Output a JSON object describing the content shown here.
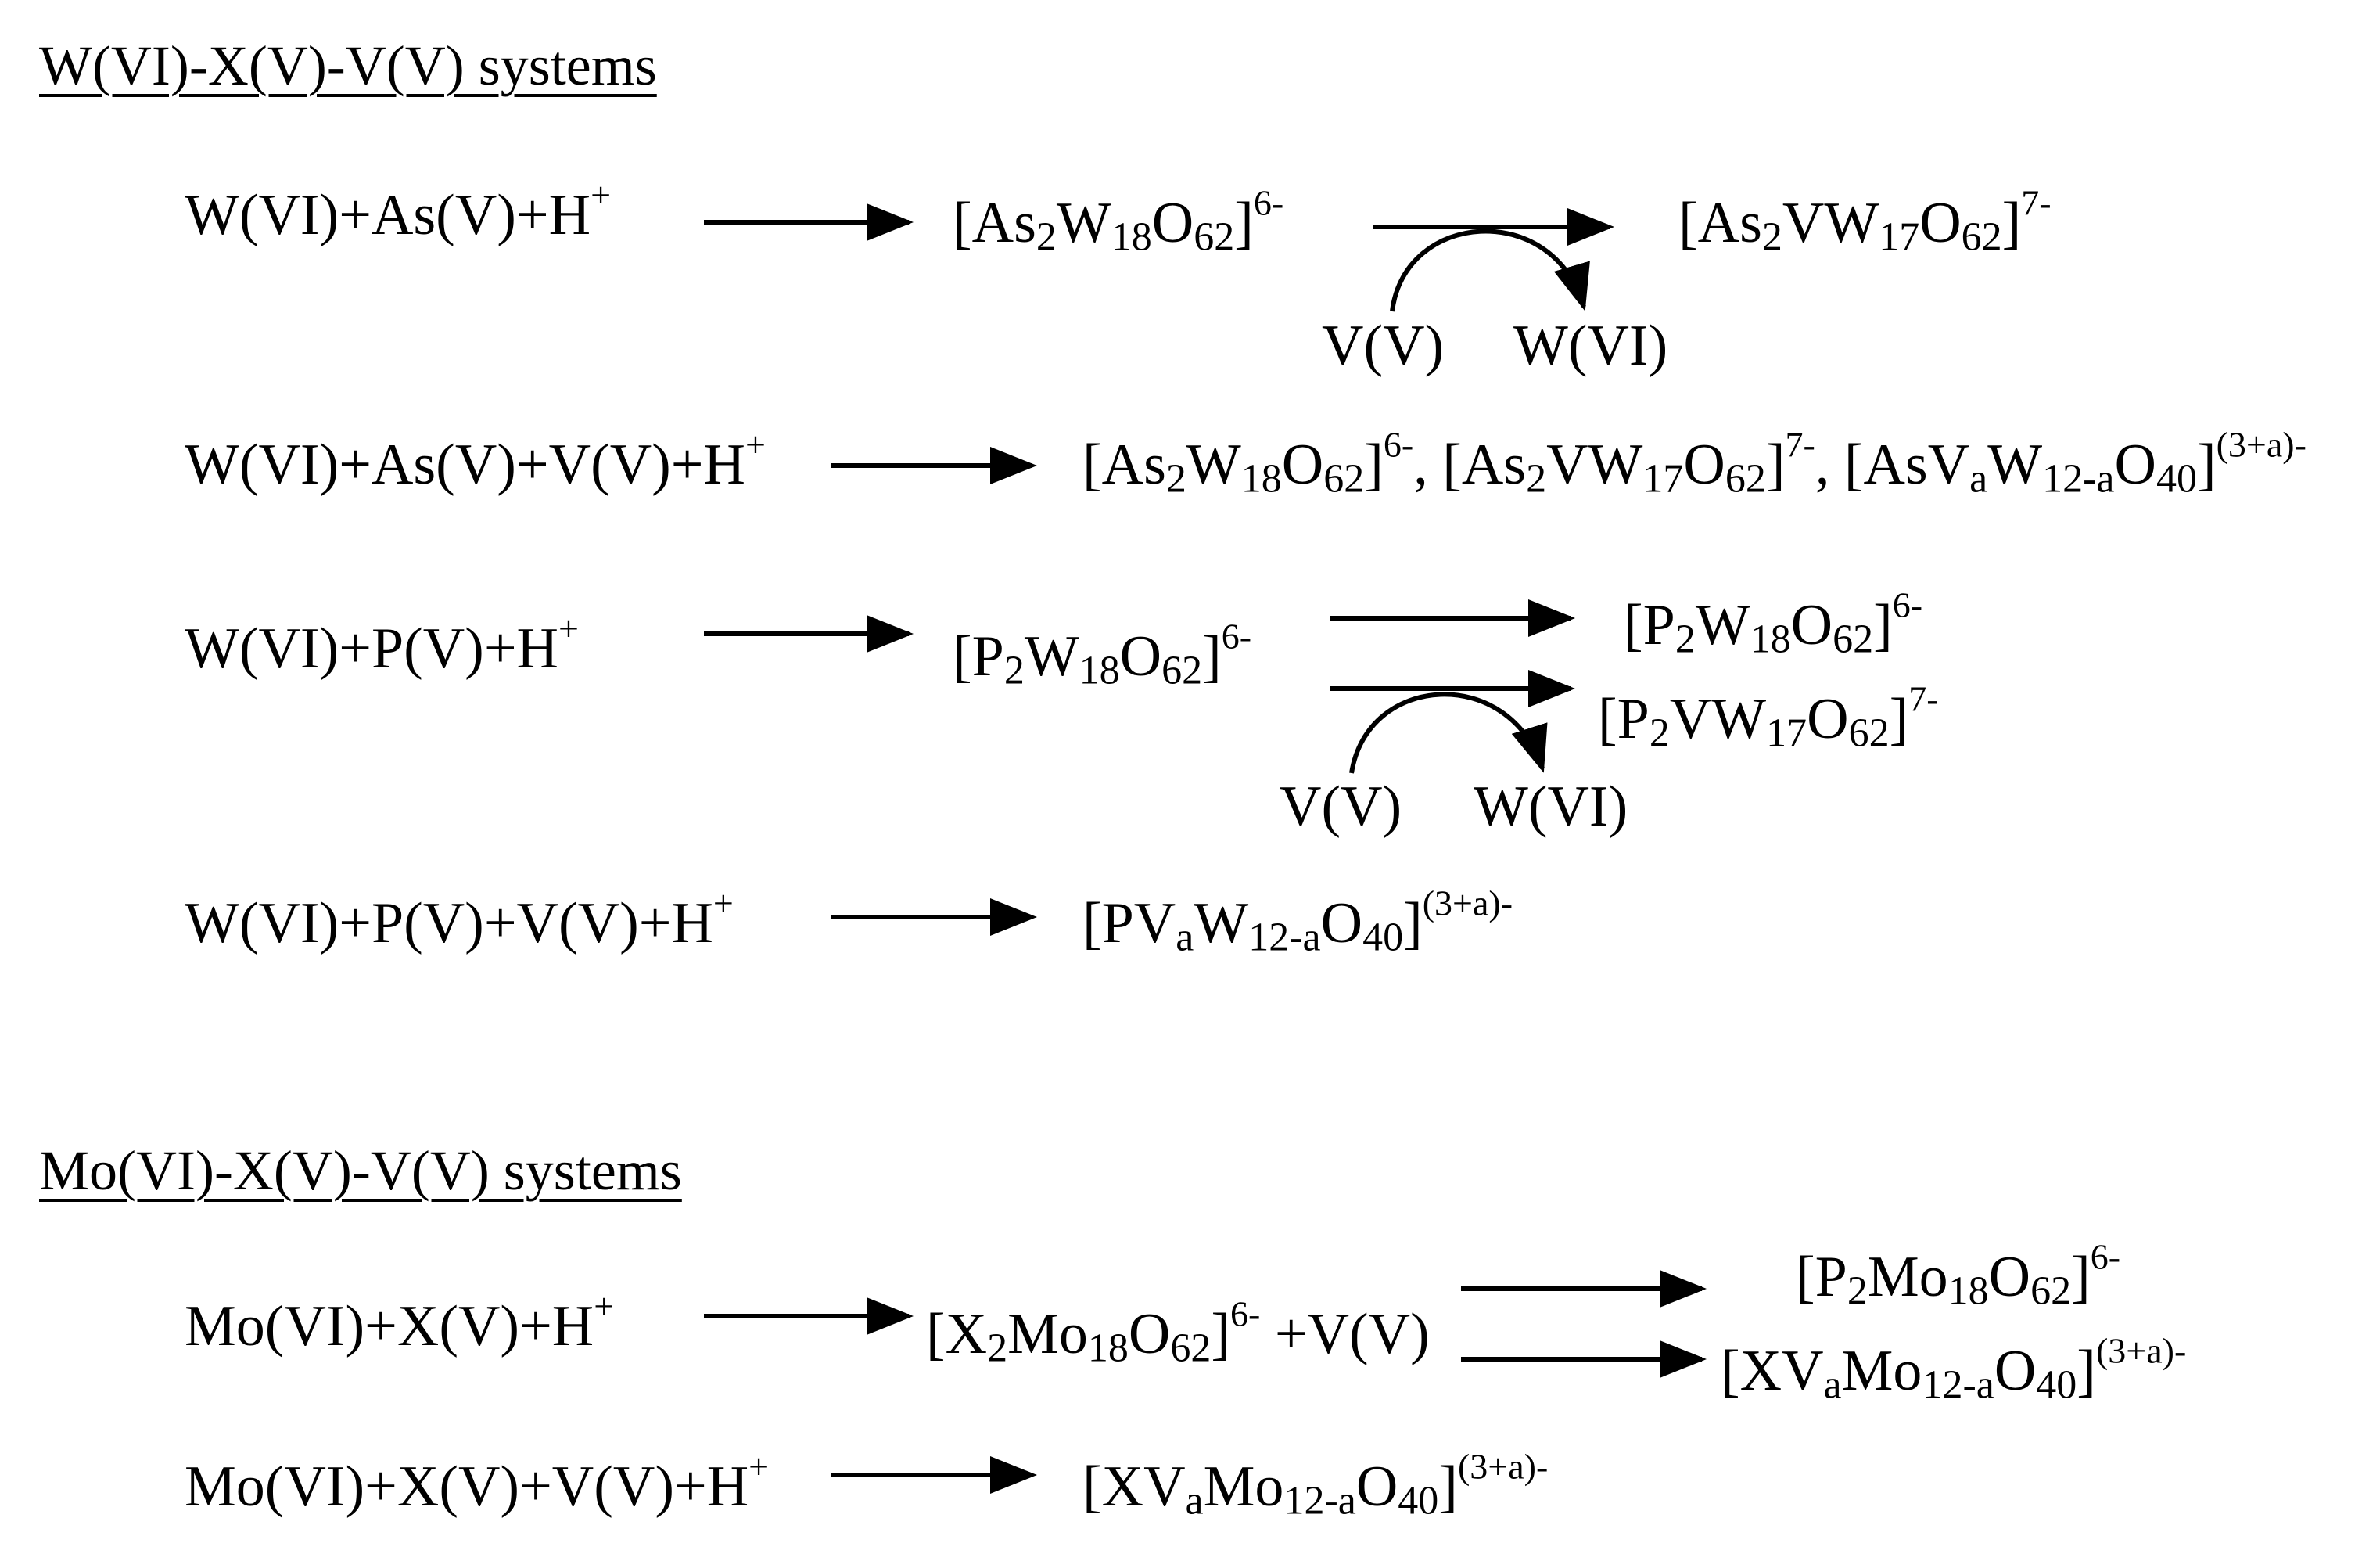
{
  "colors": {
    "ink": "#000000",
    "background": "#ffffff"
  },
  "tungsten": {
    "heading": "W(VI)-X(V)-V(V) systems",
    "r1": {
      "reactant_prefix": "W(VI)+As(V)+H",
      "reactant_sup": "+",
      "product": {
        "open": "[As",
        "s1": "2",
        "m1": "W",
        "s2": "18",
        "m2": "O",
        "s3": "62",
        "close": "]",
        "charge": "6-"
      },
      "final": {
        "open": "[As",
        "s1": "2",
        "m1": "VW",
        "s2": "17",
        "m2": "O",
        "s3": "62",
        "close": "]",
        "charge": "7-"
      },
      "curve_in": "V(V)",
      "curve_out": "W(VI)"
    },
    "r2": {
      "reactant_prefix": "W(VI)+As(V)+V(V)+H",
      "reactant_sup": "+",
      "p1": {
        "open": "[As",
        "s1": "2",
        "m1": "W",
        "s2": "18",
        "m2": "O",
        "s3": "62",
        "close": "]",
        "charge": "6-"
      },
      "sep1": ", ",
      "p2": {
        "open": "[As",
        "s1": "2",
        "m1": "VW",
        "s2": "17",
        "m2": "O",
        "s3": "62",
        "close": "]",
        "charge": "7-"
      },
      "sep2": ", ",
      "p3": {
        "open": "[AsV",
        "s1": "a",
        "m1": "W",
        "s2": "12-a",
        "m2": "O",
        "s3": "40",
        "close": "]",
        "charge": "(3+a)-"
      }
    },
    "r3": {
      "reactant_prefix": "W(VI)+P(V)+H",
      "reactant_sup": "+",
      "product": {
        "open": "[P",
        "s1": "2",
        "m1": "W",
        "s2": "18",
        "m2": "O",
        "s3": "62",
        "close": "]",
        "charge": "6-"
      },
      "out1": {
        "open": "[P",
        "s1": "2",
        "m1": "W",
        "s2": "18",
        "m2": "O",
        "s3": "62",
        "close": "]",
        "charge": "6-"
      },
      "out2": {
        "open": "[P",
        "s1": "2",
        "m1": "VW",
        "s2": "17",
        "m2": "O",
        "s3": "62",
        "close": "]",
        "charge": "7-"
      },
      "curve_in": "V(V)",
      "curve_out": "W(VI)"
    },
    "r4": {
      "reactant_prefix": "W(VI)+P(V)+V(V)+H",
      "reactant_sup": "+",
      "product": {
        "open": "[PV",
        "s1": "a",
        "m1": "W",
        "s2": "12-a",
        "m2": "O",
        "s3": "40",
        "close": "]",
        "charge": "(3+a)-"
      }
    }
  },
  "molybdenum": {
    "heading": "Mo(VI)-X(V)-V(V) systems",
    "r5": {
      "reactant_prefix": "Mo(VI)+X(V)+H",
      "reactant_sup": "+",
      "product": {
        "open": "[X",
        "s1": "2",
        "m1": "Mo",
        "s2": "18",
        "m2": "O",
        "s3": "62",
        "close": "]",
        "charge": "6-"
      },
      "product_suffix": " +V(V)",
      "out1": {
        "open": "[P",
        "s1": "2",
        "m1": "Mo",
        "s2": "18",
        "m2": "O",
        "s3": "62",
        "close": "]",
        "charge": "6-"
      },
      "out2": {
        "open": "[XV",
        "s1": "a",
        "m1": "Mo",
        "s2": "12-a",
        "m2": "O",
        "s3": "40",
        "close": "]",
        "charge": "(3+a)-"
      }
    },
    "r6": {
      "reactant_prefix": "Mo(VI)+X(V)+V(V)+H",
      "reactant_sup": "+",
      "product": {
        "open": "[XV",
        "s1": "a",
        "m1": "Mo",
        "s2": "12-a",
        "m2": "O",
        "s3": "40",
        "close": "]",
        "charge": "(3+a)-"
      }
    }
  }
}
